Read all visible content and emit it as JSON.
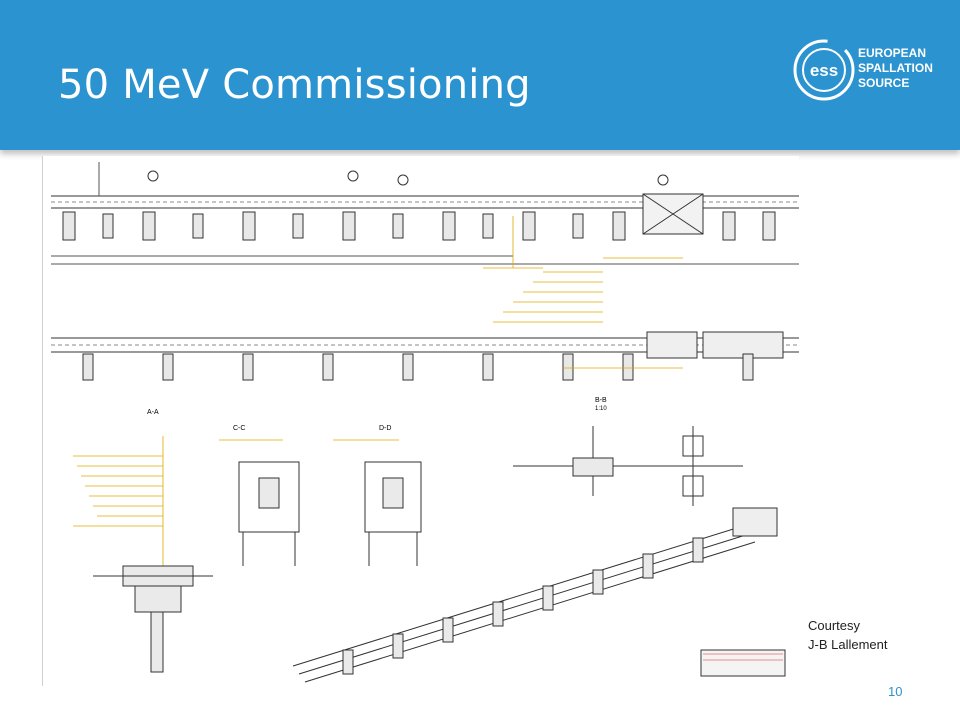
{
  "slide": {
    "title": "50 MeV Commissioning",
    "page_number": "10",
    "accent_color": "#2b93cf"
  },
  "logo": {
    "icon": "ess-logo-icon",
    "mark": "ess",
    "line1": "EUROPEAN",
    "line2": "SPALLATION",
    "line3": "SOURCE"
  },
  "credit": {
    "line1": "Courtesy",
    "line2": "J-B Lallement"
  },
  "drawing": {
    "section_aa": "A-A",
    "section_cc": "C-C",
    "section_dd": "D-D",
    "section_bb": "B-B",
    "scale": "1:10"
  }
}
